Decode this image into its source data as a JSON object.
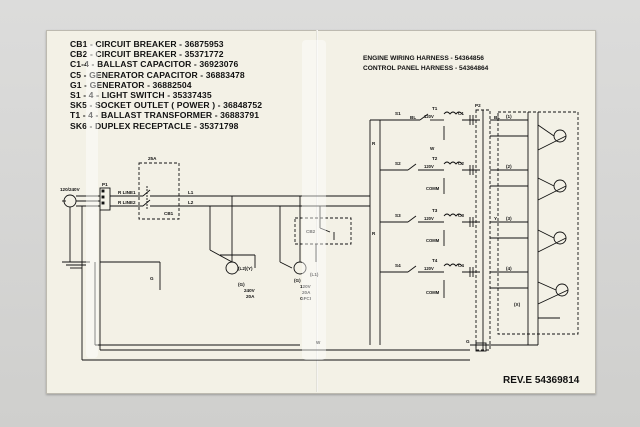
{
  "legend": [
    "CB1 - CIRCUIT BREAKER - 36875953",
    "CB2 - CIRCUIT BREAKER - 35371772",
    "C1-4 - BALLAST CAPACITOR - 36923076",
    "C5 - GENERATOR CAPACITOR - 36883478",
    "G1 - GENERATOR - 36882504",
    "S1 - 4 - LIGHT SWITCH - 35337435",
    "SK5 - SOCKET OUTLET ( POWER ) - 36848752",
    "T1 - 4 - BALLAST TRANSFORMER - 36883791",
    "SK6 - DUPLEX RECEPTACLE - 35371798"
  ],
  "harness": {
    "engine": "ENGINE WIRING HARNESS - 54364856",
    "control_panel": "CONTROL PANEL HARNESS - 54364864"
  },
  "revision": "REV.E 54369814",
  "labels": {
    "generator": "120/240V",
    "p1": "P1",
    "cb1_name": "CB1",
    "cb1_rating": "25A",
    "cb2_name": "CB2",
    "line1": "R LINE1",
    "line2": "R LINE2",
    "l1": "L1",
    "l2": "L2",
    "sk5_top": "(L2)(Y)",
    "sk5_bottom": "(G)",
    "sk5_rating_v": "240V",
    "sk5_rating_a": "20A",
    "sk6_top": "(L1)",
    "sk6_bottom": "(G)",
    "sk6_rating_v": "120V",
    "sk6_rating_a": "20A",
    "sk6_gfci": "GFCI",
    "p2": "P2",
    "t_volts": "120V",
    "comm": "COMM",
    "s1": "S1",
    "s2": "S2",
    "s3": "S3",
    "s4": "S4",
    "t1": "T1",
    "t2": "T2",
    "t3": "T3",
    "t4": "T4",
    "c1": "C1",
    "c2": "C2",
    "c3": "C3",
    "c4": "C4",
    "wire_r": "R",
    "wire_w": "W",
    "wire_bl": "BL",
    "wire_y": "Y",
    "wire_g": "G",
    "term_1": "(1)",
    "term_2": "(2)",
    "term_3": "(3)",
    "term_4": "(4)",
    "term_x": "(X)"
  }
}
